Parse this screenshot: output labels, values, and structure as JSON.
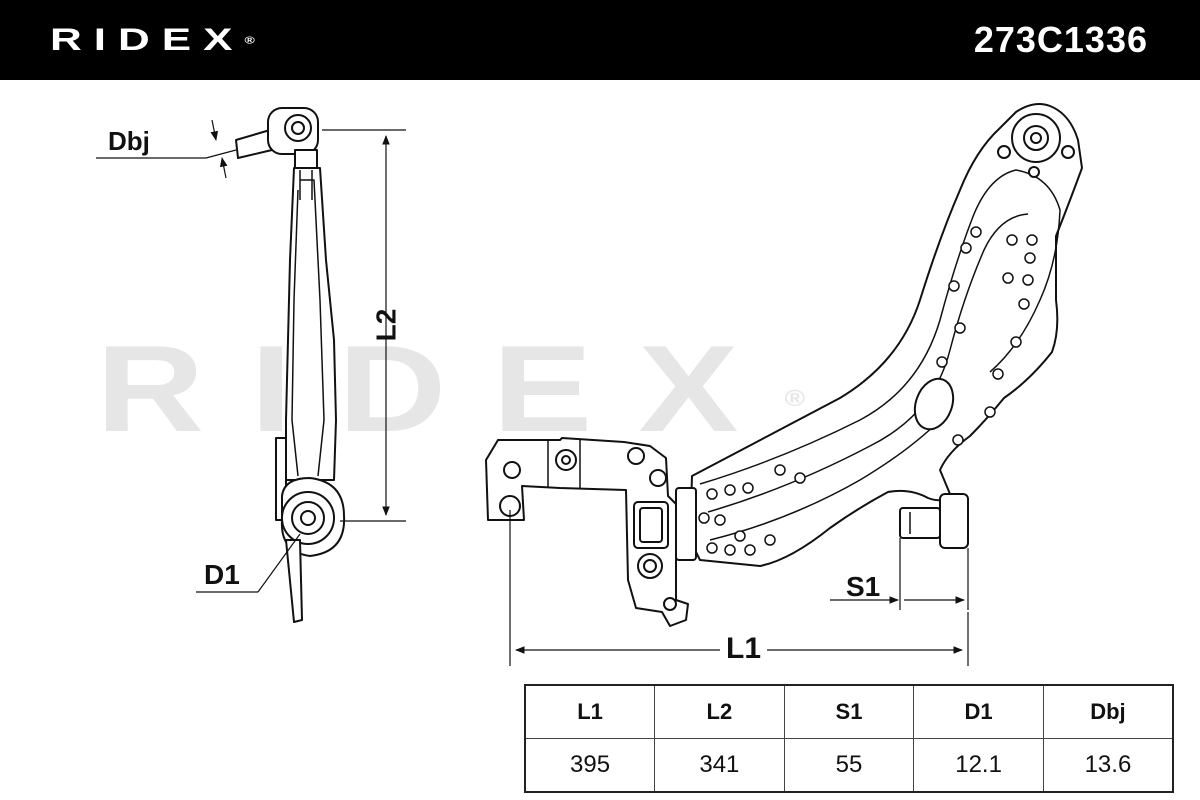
{
  "header": {
    "brand": "RIDEX",
    "registered_mark": "®",
    "part_number": "273C1336"
  },
  "watermark": {
    "text": "RIDEX",
    "registered_mark": "®"
  },
  "dimension_labels": {
    "dbj": "Dbj",
    "l2": "L2",
    "d1": "D1",
    "s1": "S1",
    "l1": "L1"
  },
  "spec_table": {
    "headers": [
      "L1",
      "L2",
      "S1",
      "D1",
      "Dbj"
    ],
    "values": [
      "395",
      "341",
      "55",
      "12.1",
      "13.6"
    ]
  },
  "colors": {
    "header_bg": "#000000",
    "header_text": "#ffffff",
    "watermark": "#e6e6e6",
    "line": "#111111"
  }
}
